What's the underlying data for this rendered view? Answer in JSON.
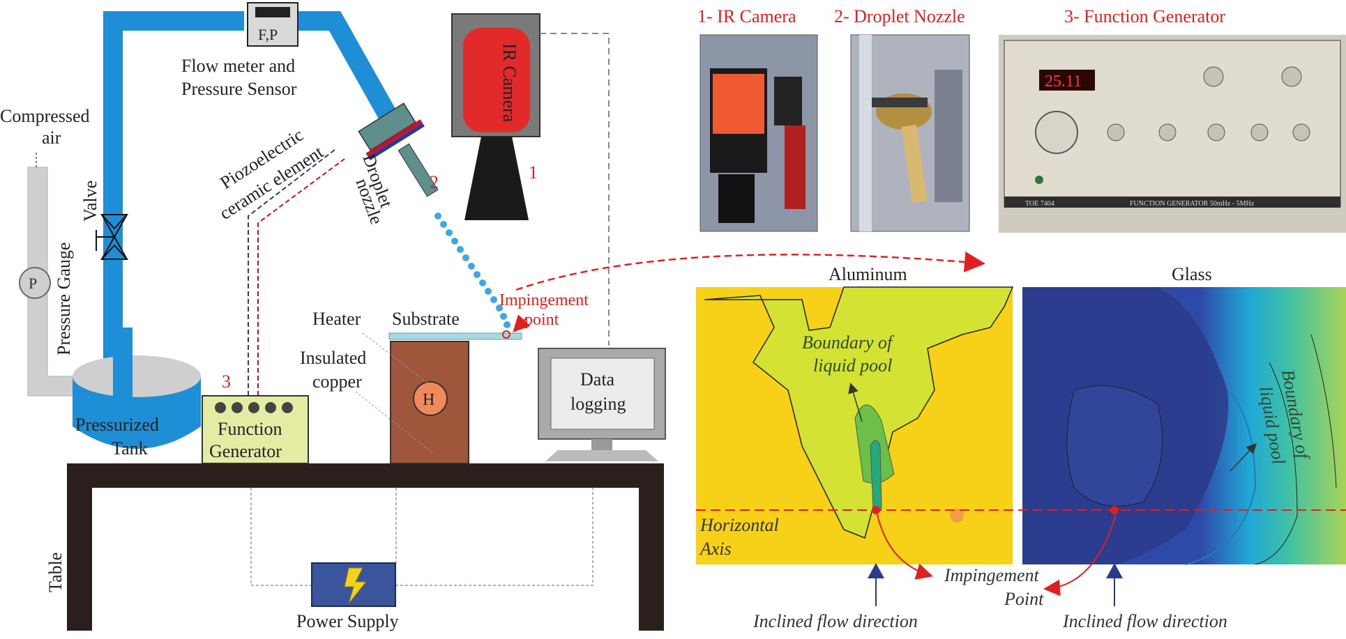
{
  "diagram": {
    "labels": {
      "flow_meter_box": "F,P",
      "flow_meter_line1": "Flow meter and",
      "flow_meter_line2": "Pressure Sensor",
      "compressed_air_line1": "Compressed",
      "compressed_air_line2": "air",
      "valve": "Valve",
      "pressure_gauge": "Pressure Gauge",
      "gauge_letter": "P",
      "tank_line1": "Pressurized",
      "tank_line2": "Tank",
      "piezo_line1": "Piozoelectric",
      "piezo_line2": "ceramic element",
      "droplet_line1": "Droplet",
      "droplet_line2": "nozzle",
      "ir_camera": "IR Camera",
      "num_1": "1",
      "num_2": "2",
      "num_3": "3",
      "impingement_line1": "Impingement",
      "impingement_line2": "point",
      "heater": "Heater",
      "substrate": "Substrate",
      "insulated_line1": "Insulated",
      "insulated_line2": "copper",
      "heater_letter": "H",
      "function_gen_line1": "Function",
      "function_gen_line2": "Generator",
      "data_logging_line1": "Data",
      "data_logging_line2": "logging",
      "table": "Table",
      "power_supply": "Power Supply"
    },
    "photos": {
      "ir_camera_title": "1- IR Camera",
      "nozzle_title": "2- Droplet Nozzle",
      "function_gen_title": "3- Function Generator",
      "fg_display": "25.11",
      "fg_model_left": "TOE 7404",
      "fg_model_mid": "FUNCTION GENERATOR  50mHz - 5MHz"
    },
    "thermal": {
      "aluminum_title": "Aluminum",
      "glass_title": "Glass",
      "boundary_line1": "Boundary of",
      "boundary_line2": "liquid pool",
      "glass_boundary_line1": "Boundary of",
      "glass_boundary_line2": "liquid pool",
      "horizontal_line1": "Horizontal",
      "horizontal_line2": "Axis",
      "impingement_line1": "Impingement",
      "impingement_line2": "Point",
      "inclined_left": "Inclined flow direction",
      "inclined_right": "Inclined flow direction"
    },
    "colors": {
      "pipe_blue": "#1e8fd6",
      "accent_red": "#e02020",
      "table_brown": "#2a1f1c",
      "copper": "#a0563a",
      "aluminum_yellow": "#f7d117",
      "glass_navy": "#2b3a8a"
    }
  }
}
